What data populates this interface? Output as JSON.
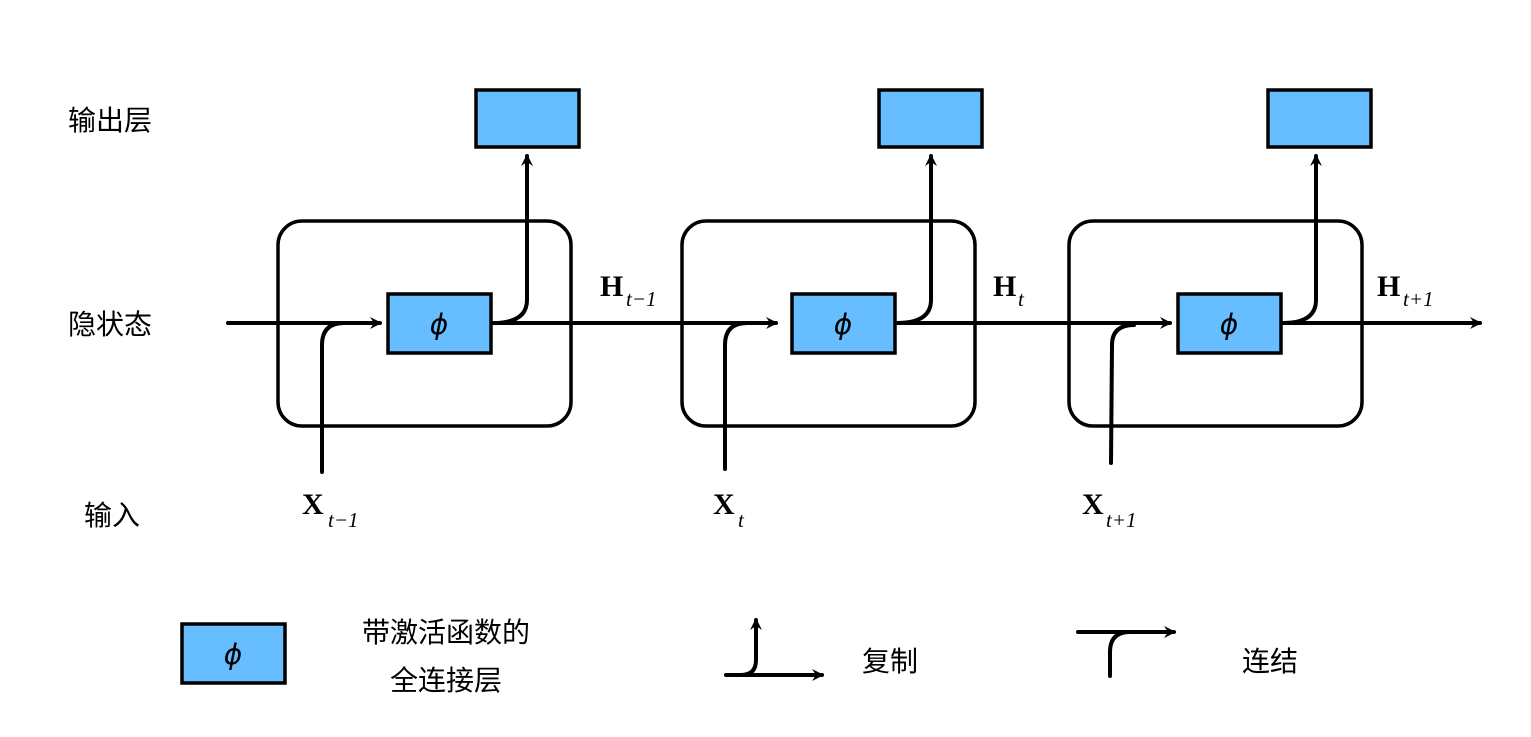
{
  "row_labels": {
    "output_layer": "输出层",
    "hidden_state": "隐状态",
    "input": "输入"
  },
  "cell_symbol": "ϕ",
  "timesteps": [
    {
      "input_label": "X",
      "input_sub": "t−1",
      "hidden_label": "H",
      "hidden_sub": "t−1"
    },
    {
      "input_label": "X",
      "input_sub": "t",
      "hidden_label": "H",
      "hidden_sub": "t"
    },
    {
      "input_label": "X",
      "input_sub": "t+1",
      "hidden_label": "H",
      "hidden_sub": "t+1"
    }
  ],
  "legend": {
    "fc_layer_line1": "带激活函数的",
    "fc_layer_line2": "全连接层",
    "copy": "复制",
    "concat": "连结"
  },
  "colors": {
    "box_fill": "#66bdff",
    "stroke": "#000000"
  }
}
